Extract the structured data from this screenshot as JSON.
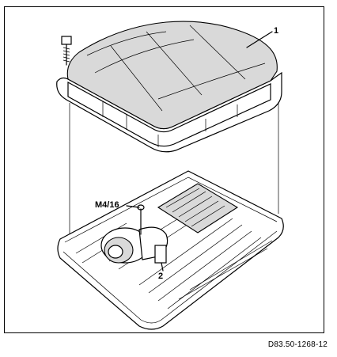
{
  "labels": {
    "part1": "1",
    "part2": "2",
    "part_m4": "M4/16"
  },
  "caption": "D83.50-1268-12",
  "colors": {
    "line": "#000000",
    "shade": "#d9d9d9",
    "background": "#ffffff"
  }
}
